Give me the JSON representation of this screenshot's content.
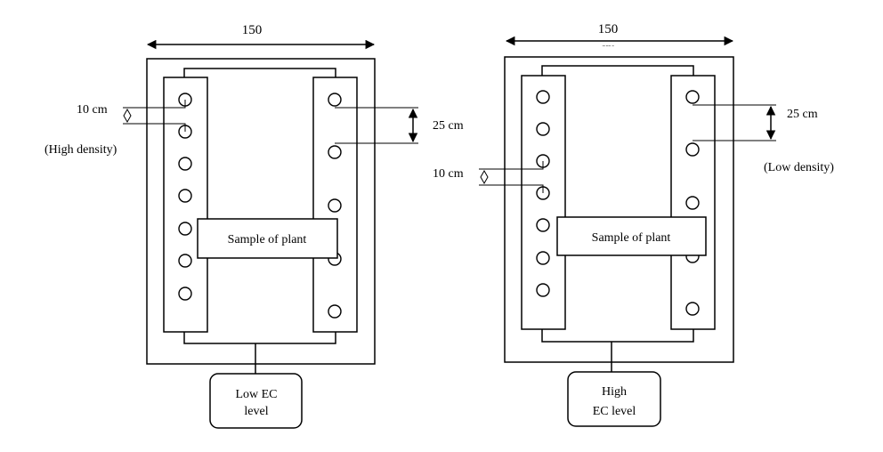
{
  "left_system": {
    "width_label": "150",
    "spacing_label_a": "10 cm",
    "spacing_label_b": "25 cm",
    "density_label": "(High density)",
    "sample_label": "Sample of plant",
    "tank_line1": "Low EC",
    "tank_line2": "level"
  },
  "right_system": {
    "width_label": "150",
    "width_unit": "cm",
    "spacing_label_a": "25 cm",
    "spacing_label_b": "10 cm",
    "density_label": "(Low density)",
    "sample_label": "Sample of plant",
    "tank_line1": "High",
    "tank_line2": "EC level"
  }
}
